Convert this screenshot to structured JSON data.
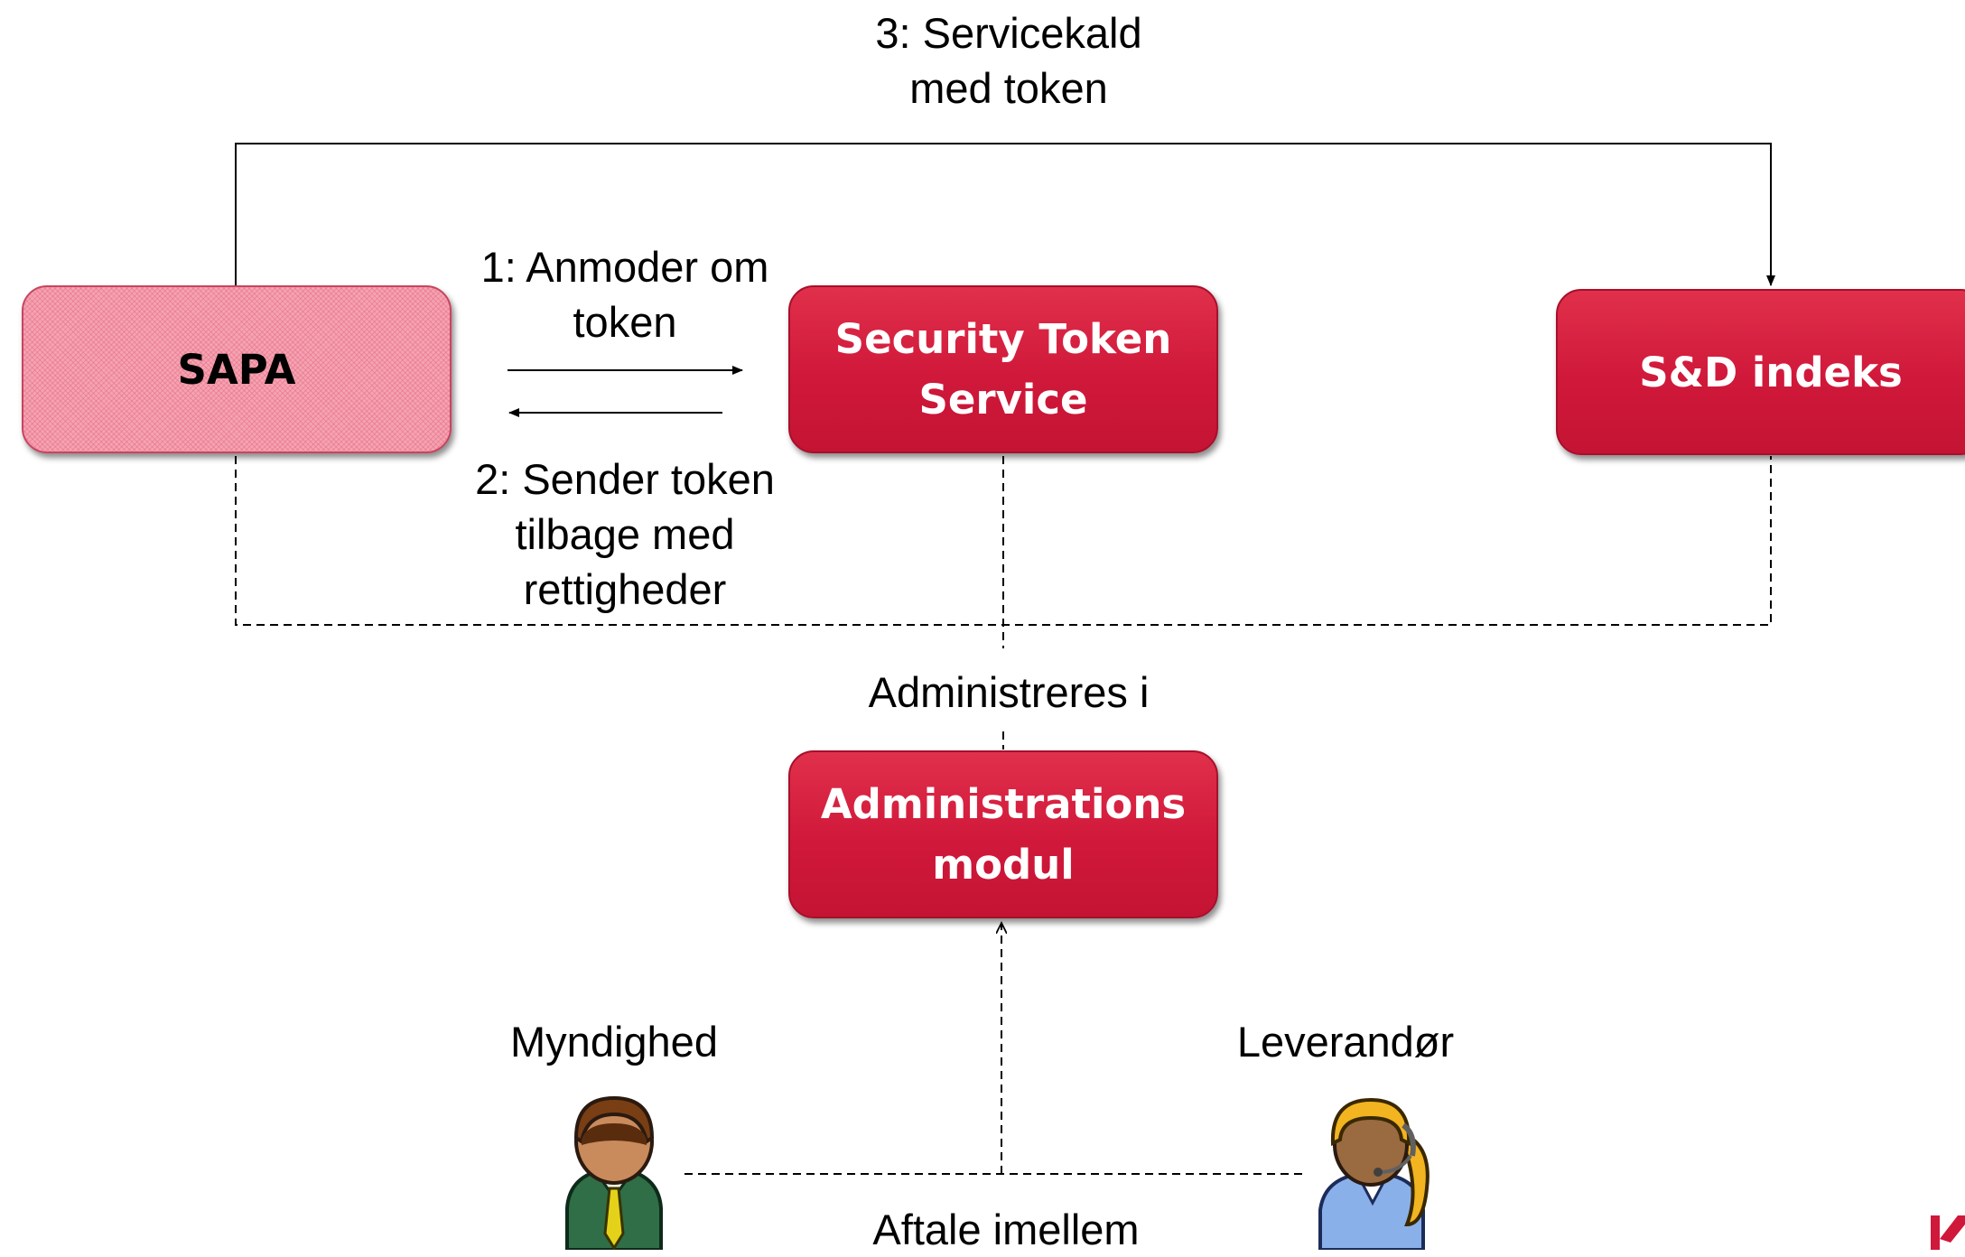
{
  "nodes": {
    "sapa": "SAPA",
    "sts": [
      "Security Token",
      "Service"
    ],
    "sd": "S&D indeks",
    "admin": [
      "Administrations",
      "modul"
    ]
  },
  "labels": {
    "service_call": [
      "3: Servicekald",
      "med token"
    ],
    "request": [
      "1: Anmoder om",
      "token"
    ],
    "send_back": [
      "2: Sender token",
      "tilbage med",
      "rettigheder"
    ],
    "administered": "Administreres i",
    "authority": "Myndighed",
    "supplier": "Leverandør",
    "agreement": "Aftale imellem"
  },
  "icons": {
    "authority": "person-with-tie-icon",
    "supplier": "person-with-headset-icon",
    "logo": "brand-logo-icon"
  },
  "colors": {
    "node_red": "#d0183a",
    "node_light": "#f4a3b2",
    "line": "#000000"
  }
}
